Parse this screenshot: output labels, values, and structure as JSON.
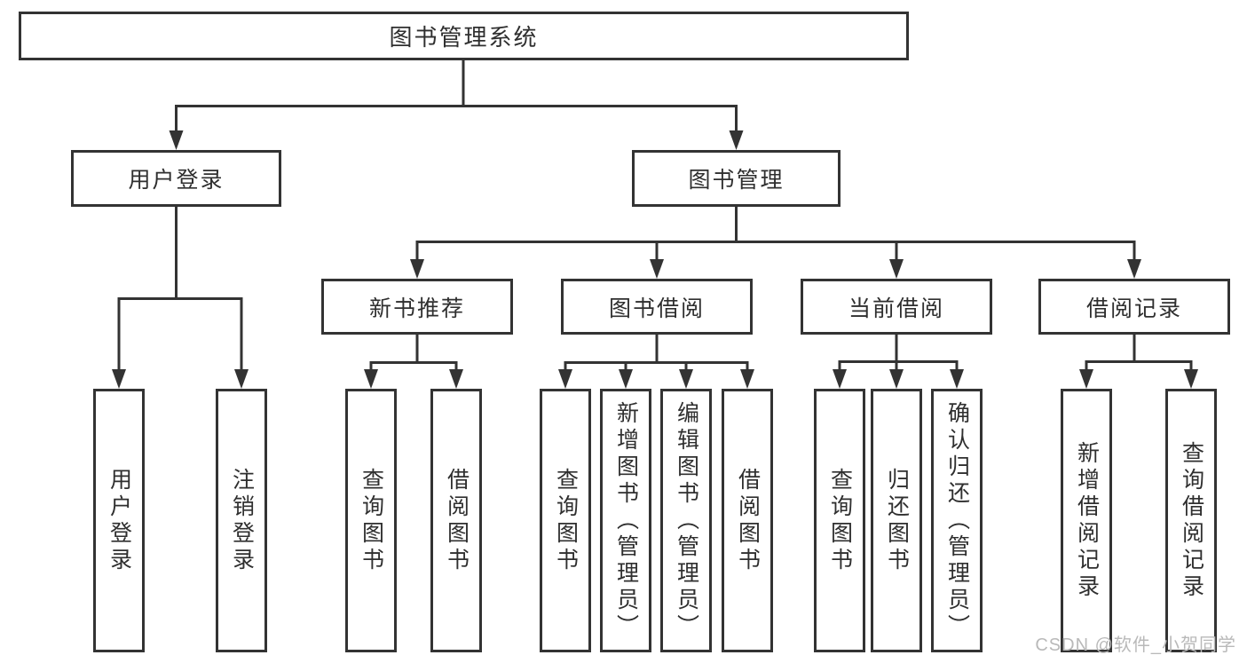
{
  "diagram": {
    "type": "hierarchy-tree",
    "root": {
      "label": "图书管理系统"
    },
    "branches": [
      {
        "label": "用户登录",
        "children": [
          {
            "label": "用户登录"
          },
          {
            "label": "注销登录"
          }
        ]
      },
      {
        "label": "图书管理",
        "children": [
          {
            "label": "新书推荐",
            "children": [
              {
                "label": "查询图书"
              },
              {
                "label": "借阅图书"
              }
            ]
          },
          {
            "label": "图书借阅",
            "children": [
              {
                "label": "查询图书"
              },
              {
                "label": "新增图书（管理员）"
              },
              {
                "label": "编辑图书（管理员）"
              },
              {
                "label": "借阅图书"
              }
            ]
          },
          {
            "label": "当前借阅",
            "children": [
              {
                "label": "查询图书"
              },
              {
                "label": "归还图书"
              },
              {
                "label": "确认归还（管理员）"
              }
            ]
          },
          {
            "label": "借阅记录",
            "children": [
              {
                "label": "新增借阅记录"
              },
              {
                "label": "查询借阅记录"
              }
            ]
          }
        ]
      }
    ],
    "watermark": "CSDN @软件_小贺同学",
    "colors": {
      "line": "#333333",
      "text": "#2f2f2f",
      "box_background": "#ffffff",
      "watermark": "#b9b9b9"
    }
  }
}
